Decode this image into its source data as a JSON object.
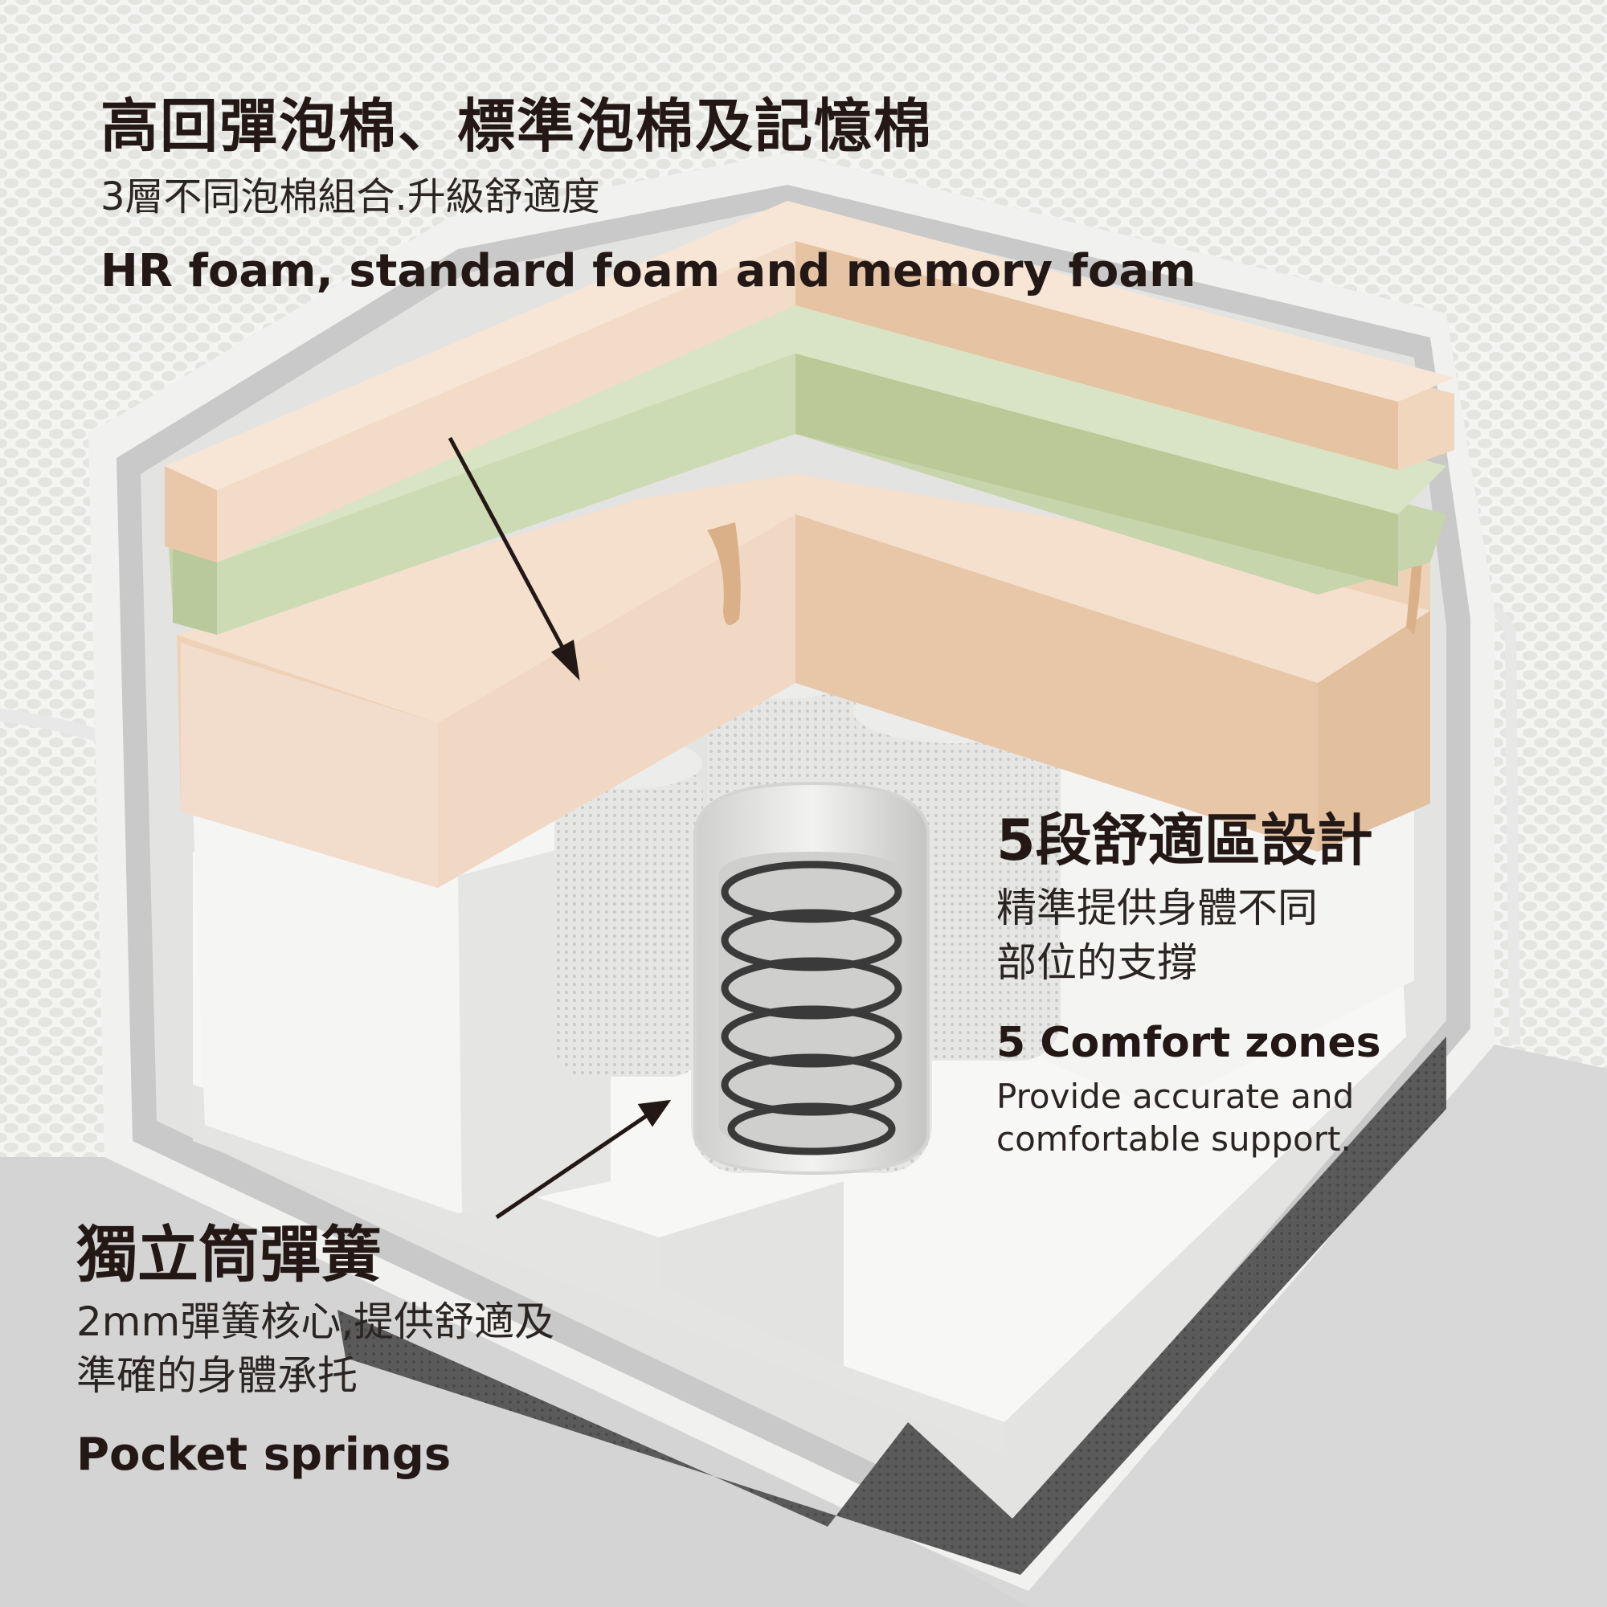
{
  "callouts": {
    "foam": {
      "title_zh": "高回彈泡棉、標準泡棉及記憶棉",
      "desc_zh": "3層不同泡棉組合.升級舒適度",
      "title_en": "HR foam, standard foam and memory foam"
    },
    "zones": {
      "title_zh": "5段舒適區設計",
      "desc_zh_line1": "精準提供身體不同",
      "desc_zh_line2": "部位的支撐",
      "title_en": "5 Comfort zones",
      "desc_en_line1": "Provide accurate and",
      "desc_en_line2": "comfortable support."
    },
    "springs": {
      "title_zh": "獨立筒彈簧",
      "desc_zh_line1": "2mm彈簧核心,提供舒適及",
      "desc_zh_line2": "準確的身體承托",
      "title_en": "Pocket springs"
    }
  },
  "colors": {
    "text": "#231815",
    "background": "#d9d9d9",
    "cover": "#f3f3f1",
    "peach_foam": "#f0d6bd",
    "green_foam": "#c9d6b0",
    "white_foam": "#f7f7f7",
    "spring_coil": "#3a3a3a"
  }
}
